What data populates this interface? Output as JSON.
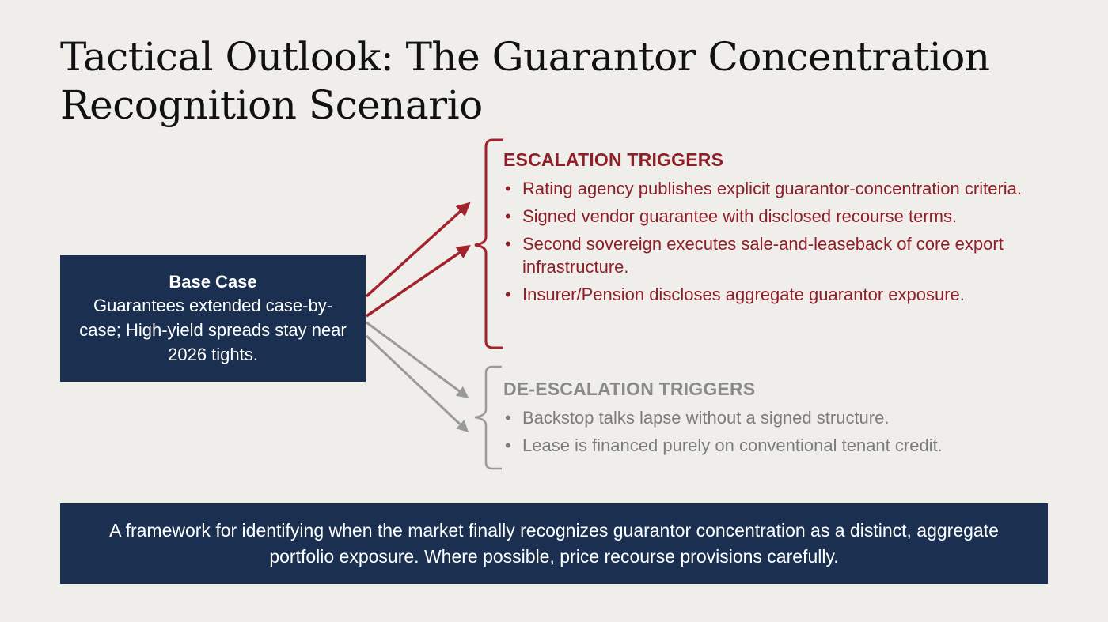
{
  "title": "Tactical Outlook: The Guarantor Concentration Recognition Scenario",
  "base_case": {
    "title": "Base Case",
    "text": "Guarantees extended case-by-case; High-yield spreads stay near 2026 tights."
  },
  "escalation": {
    "heading": "ESCALATION TRIGGERS",
    "items": [
      "Rating agency publishes explicit guarantor-concentration criteria.",
      "Signed vendor guarantee with disclosed recourse terms.",
      "Second sovereign executes sale-and-leaseback of core export infrastructure.",
      "Insurer/Pension discloses aggregate guarantor exposure."
    ]
  },
  "deescalation": {
    "heading": "DE-ESCALATION TRIGGERS",
    "items": [
      "Backstop talks lapse without a signed structure.",
      "Lease is financed purely on conventional tenant credit."
    ]
  },
  "bullet": "•",
  "footer": {
    "text": "A framework for identifying when the market finally recognizes guarantor concentration as a distinct, aggregate portfolio exposure. Where possible, price recourse provisions carefully."
  },
  "colors": {
    "navy": "#1b2f50",
    "escalation_red": "#a3232d",
    "deescalation_gray": "#9a9a9a",
    "background": "#efeeea"
  }
}
